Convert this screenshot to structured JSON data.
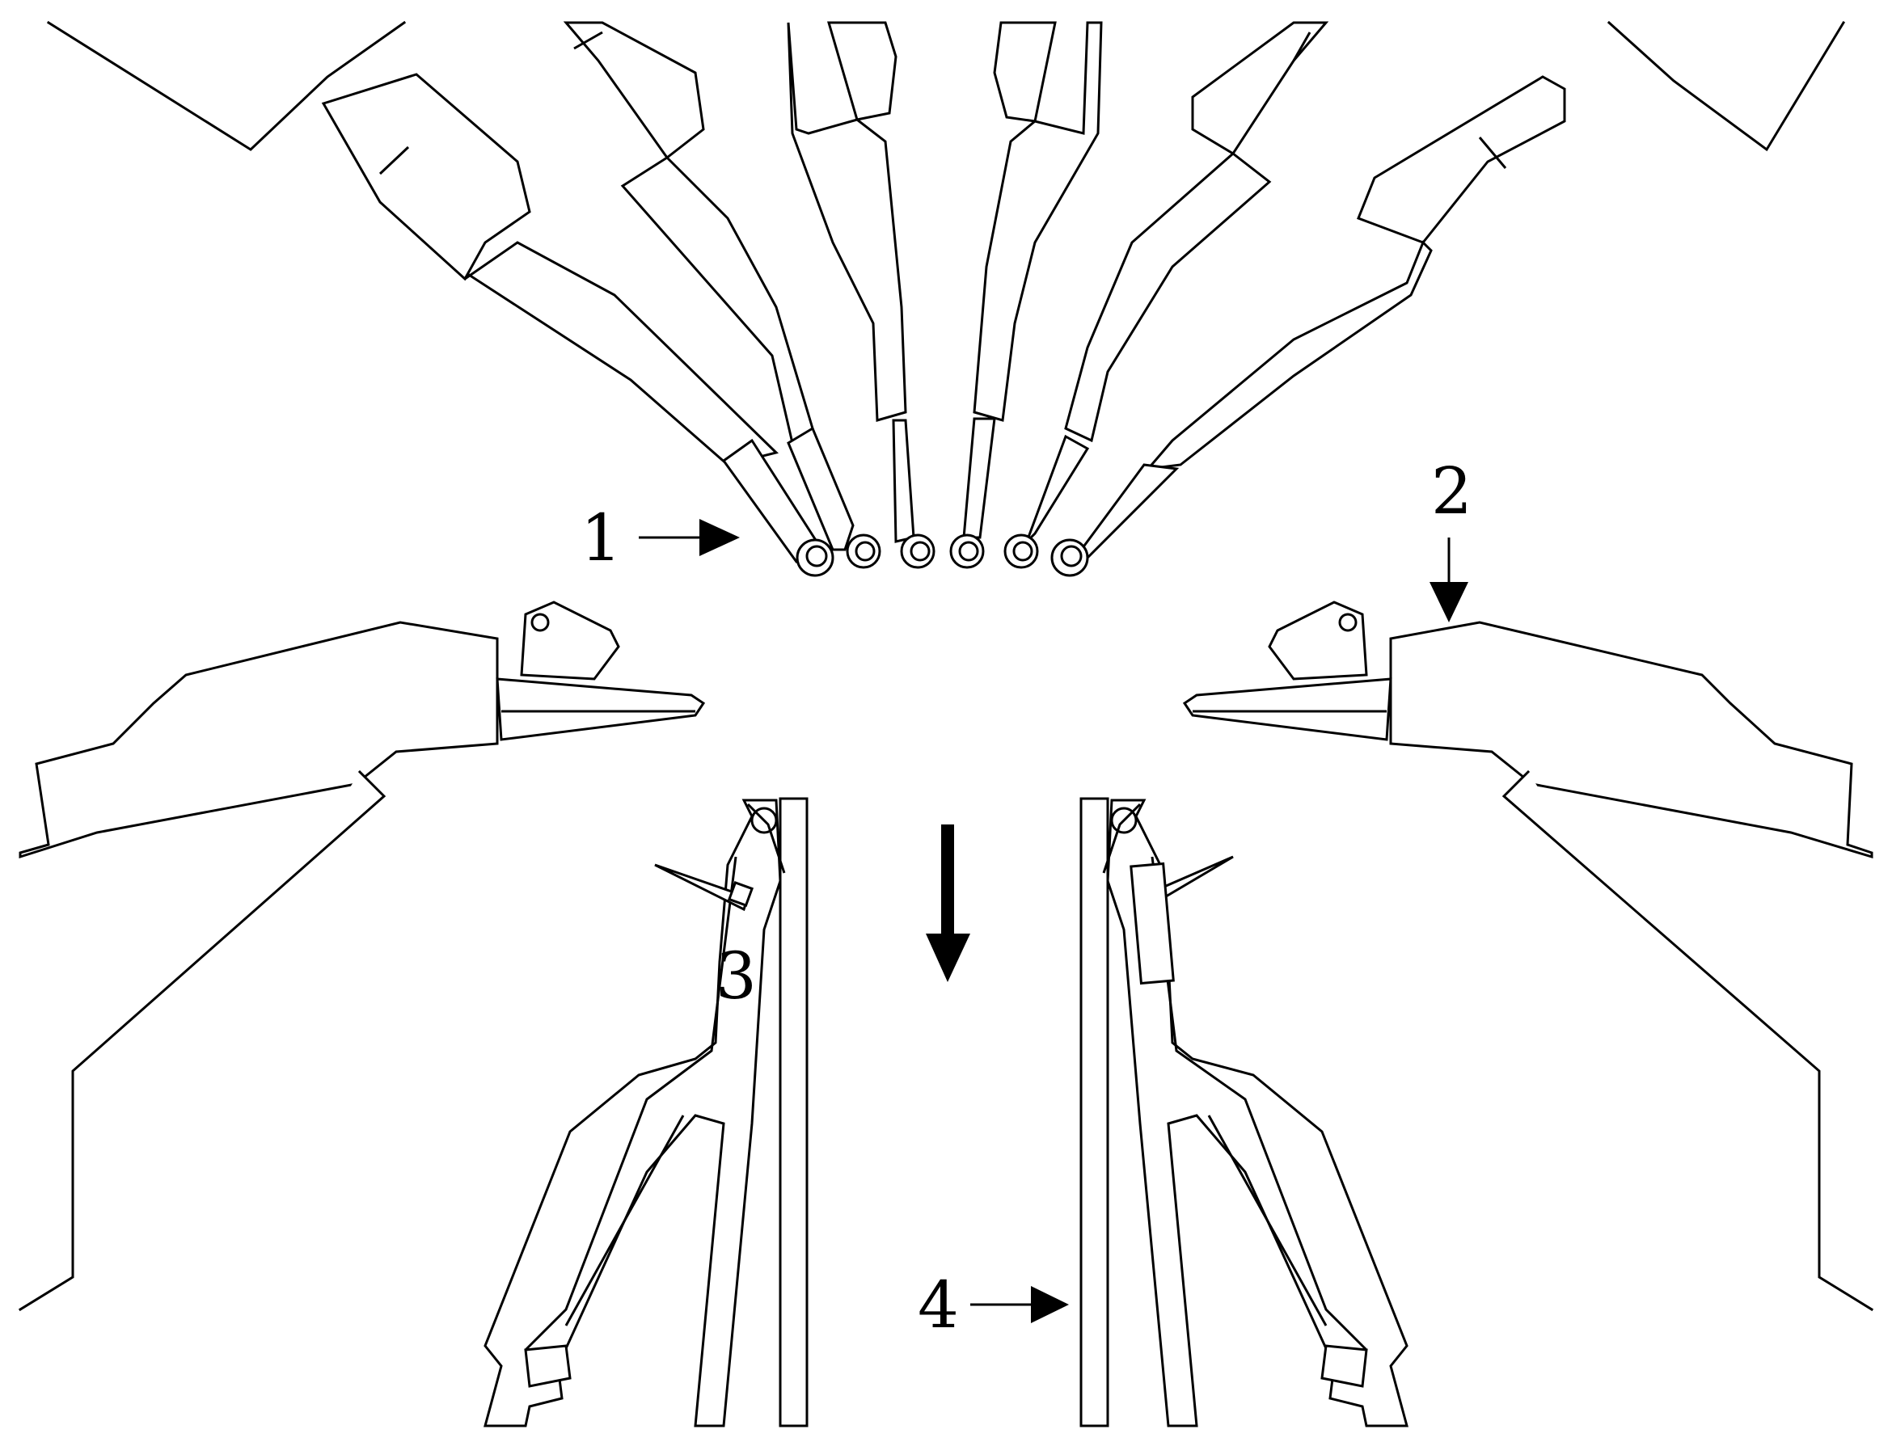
{
  "labels": {
    "ref_1": "1",
    "ref_2": "2",
    "ref_3": "3",
    "ref_4": "4"
  },
  "colors": {
    "line": "#000000",
    "background": "#ffffff"
  }
}
